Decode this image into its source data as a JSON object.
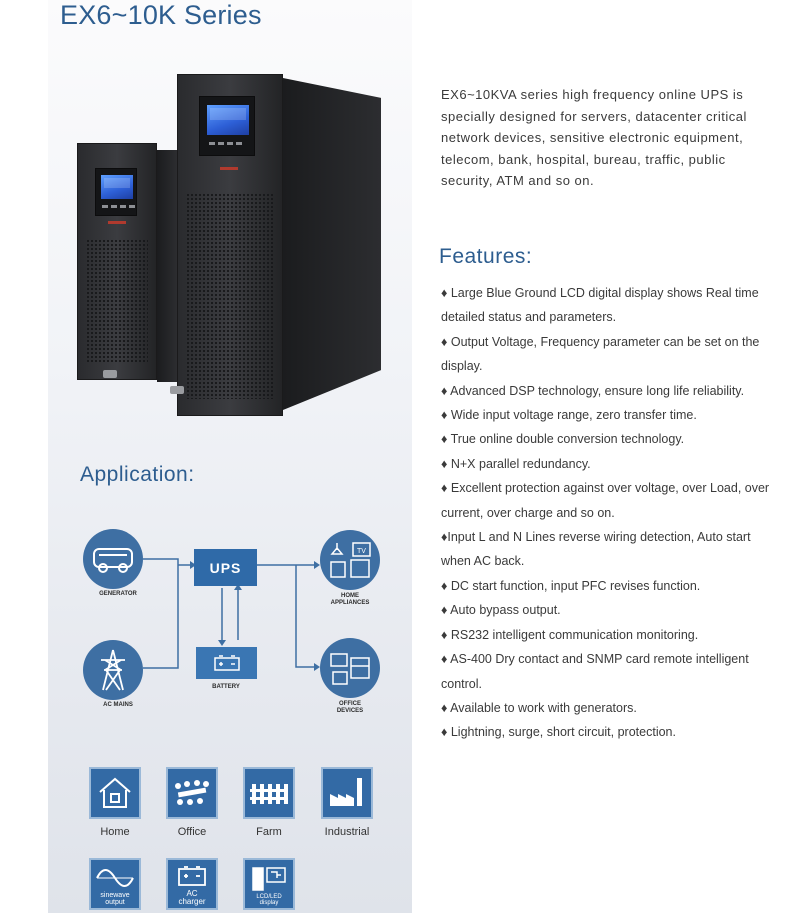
{
  "header": {
    "title": "EX6~10K Series"
  },
  "intro": {
    "text": "EX6~10KVA series high frequency online UPS is specially designed for servers, datacenter critical network devices, sensitive electronic equipment, telecom, bank, hospital, bureau, traffic, public security, ATM and so on."
  },
  "features": {
    "title": "Features:",
    "items": [
      "♦ Large Blue Ground LCD digital display shows Real time detailed status and parameters.",
      "♦ Output Voltage, Frequency parameter  can be set on the display.",
      "♦ Advanced DSP technology, ensure long life reliability.",
      "♦ Wide input voltage range, zero transfer time.",
      "♦ True online double conversion technology.",
      "♦ N+X parallel redundancy.",
      "♦ Excellent protection against over voltage, over Load, over current, over charge  and so on.",
      "♦Input L and N Lines reverse wiring detection, Auto start when AC back.",
      "♦ DC start function, input PFC revises function.",
      "♦ Auto bypass output.",
      "♦ RS232 intelligent communication monitoring.",
      "♦ AS-400 Dry contact and SNMP card remote intelligent control.",
      "♦ Available to work with generators.",
      "♦ Lightning, surge, short circuit, protection."
    ]
  },
  "application": {
    "title": "Application:",
    "ups_label": "UPS",
    "nodes": {
      "generator": "GENERATOR",
      "ac_mains": "AC MAINS",
      "battery": "BATTERY",
      "home": "HOME\nAPPLIANCES",
      "office": "OFFICE\nDEVICES",
      "tv": "TV"
    }
  },
  "tiles": {
    "row1": [
      "Home",
      "Office",
      "Farm",
      "Industrial"
    ],
    "row2": [
      "sinewave\noutput",
      "AC\ncharger",
      "LCD/LED\ndisplay"
    ]
  },
  "colors": {
    "accent": "#2d5d8f",
    "icon_blue": "#3e6fa3",
    "ups_blue": "#2f6aa8"
  }
}
